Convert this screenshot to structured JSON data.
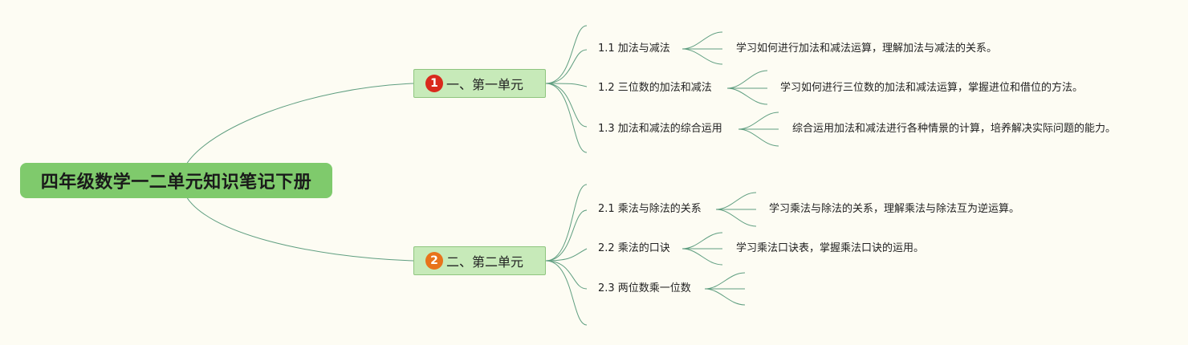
{
  "root": {
    "title": "四年级数学一二单元知识笔记下册"
  },
  "units": [
    {
      "badge": "1",
      "label": "一、第一单元",
      "topics": [
        {
          "label": "1.1 加法与减法",
          "detail": "学习如何进行加法和减法运算，理解加法与减法的关系。"
        },
        {
          "label": "1.2 三位数的加法和减法",
          "detail": "学习如何进行三位数的加法和减法运算，掌握进位和借位的方法。"
        },
        {
          "label": "1.3 加法和减法的综合运用",
          "detail": "综合运用加法和减法进行各种情景的计算，培养解决实际问题的能力。"
        }
      ]
    },
    {
      "badge": "2",
      "label": "二、第二单元",
      "topics": [
        {
          "label": "2.1 乘法与除法的关系",
          "detail": "学习乘法与除法的关系，理解乘法与除法互为逆运算。"
        },
        {
          "label": "2.2 乘法的口诀",
          "detail": "学习乘法口诀表，掌握乘法口诀的运用。"
        },
        {
          "label": "2.3 两位数乘一位数",
          "detail": ""
        }
      ]
    }
  ],
  "colors": {
    "background": "#fdfcf3",
    "root_fill": "#7fca6c",
    "unit_fill": "#c7eab9",
    "line": "#5f9e80",
    "badge_1": "#d9291c",
    "badge_2": "#e8731b"
  }
}
